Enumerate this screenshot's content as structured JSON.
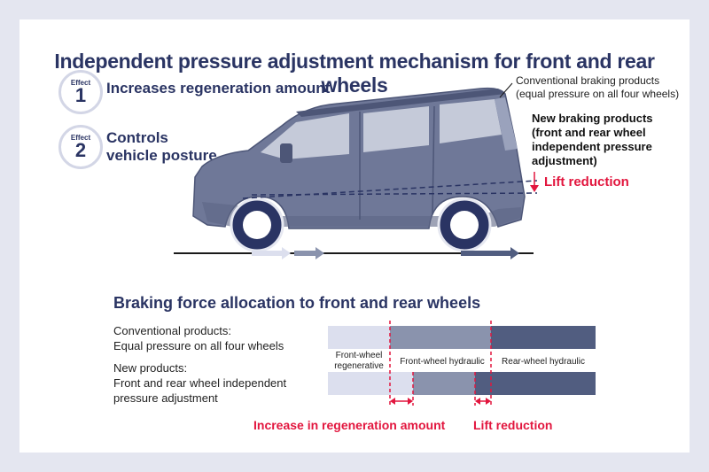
{
  "title": "Independent pressure adjustment mechanism for front and rear wheels",
  "effects": [
    {
      "tag": "Effect",
      "num": "1",
      "text_lines": [
        "Increases regeneration amount"
      ]
    },
    {
      "tag": "Effect",
      "num": "2",
      "text_lines": [
        "Controls",
        "vehicle posture"
      ]
    }
  ],
  "car_labels": {
    "conventional_lines": [
      "Conventional braking products",
      "(equal pressure on all four wheels)"
    ],
    "new_lines": [
      "New braking products",
      "(front and rear wheel",
      "independent pressure",
      "adjustment)"
    ],
    "lift_reduction": "Lift reduction"
  },
  "allocation": {
    "title": "Braking force allocation to front and rear wheels",
    "conventional_lines": [
      "Conventional products:",
      "Equal pressure on all four wheels"
    ],
    "new_lines": [
      "New products:",
      "Front and rear wheel independent",
      "pressure adjustment"
    ],
    "seg_labels": {
      "front_regen": [
        "Front-wheel",
        "regenerative"
      ],
      "front_hydraulic": "Front-wheel hydraulic",
      "rear_hydraulic": "Rear-wheel hydraulic"
    },
    "increase_label": "Increase in regeneration amount",
    "lift_label": "Lift reduction"
  },
  "colors": {
    "navy": "#2a3463",
    "regen": "#dcdfee",
    "front_hydraulic": "#8a93ad",
    "rear_hydraulic": "#515d80",
    "red": "#e2163e"
  }
}
